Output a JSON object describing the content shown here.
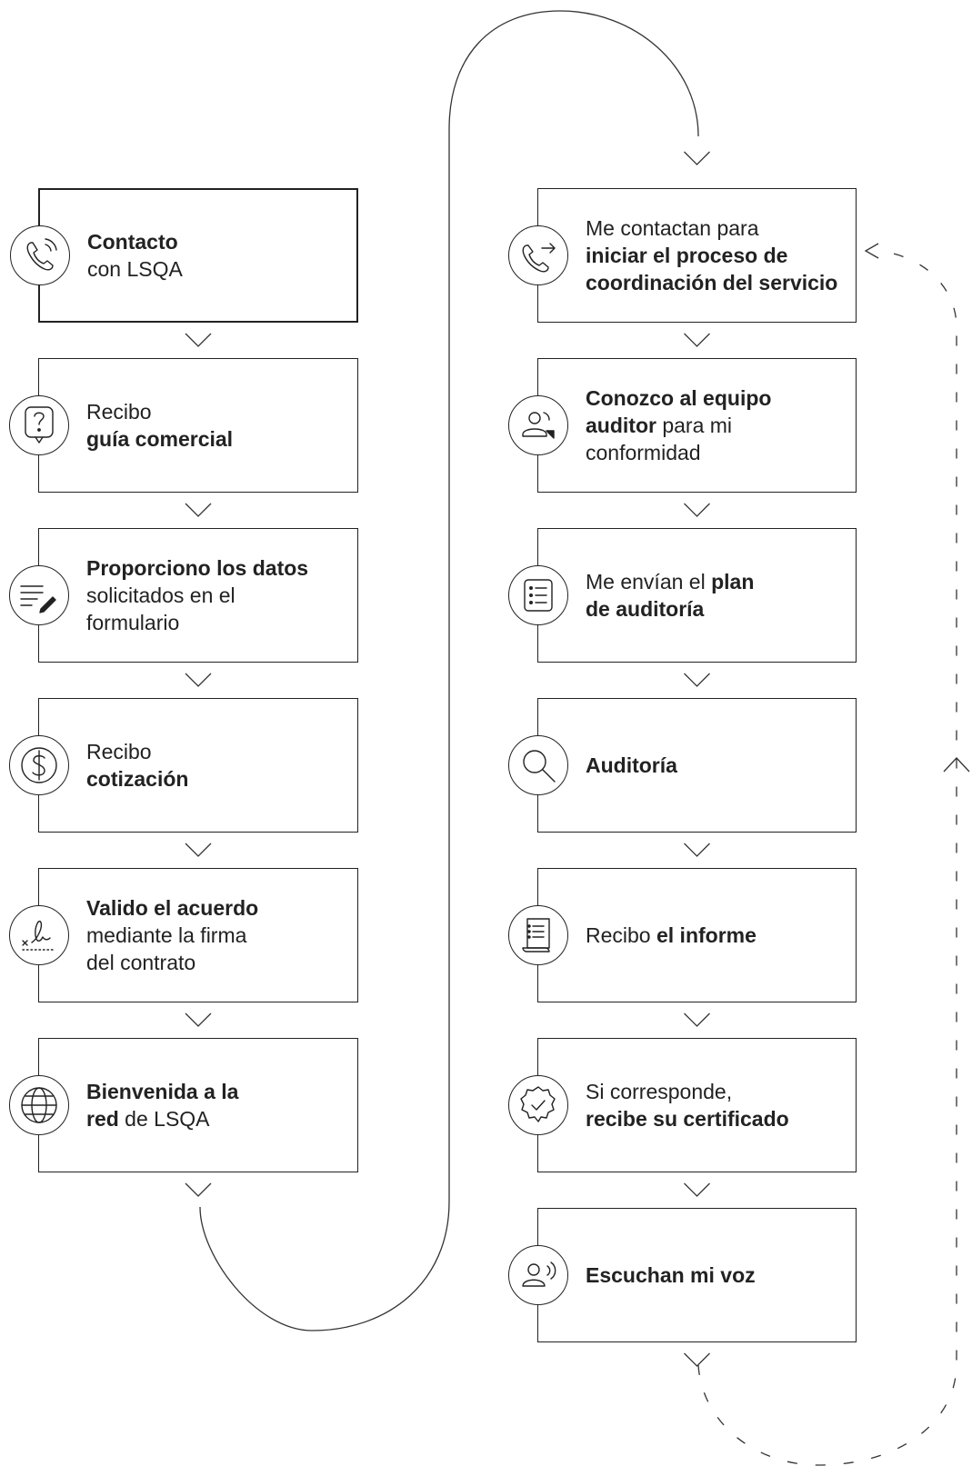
{
  "left_column": [
    {
      "id": "contacto",
      "icon": "phone-icon",
      "parts": [
        {
          "text": "Contacto",
          "bold": true
        },
        {
          "text": "con LSQA",
          "bold": false,
          "br": true
        }
      ]
    },
    {
      "id": "guia",
      "icon": "question-speech-bubble-icon",
      "parts": [
        {
          "text": "Recibo",
          "bold": false
        },
        {
          "text": "guía comercial",
          "bold": true,
          "br": true
        }
      ]
    },
    {
      "id": "datos",
      "icon": "list-pencil-icon",
      "parts": [
        {
          "text": "Proporciono los datos",
          "bold": true
        },
        {
          "text": "solicitados en el",
          "bold": false,
          "br": true
        },
        {
          "text": "formulario",
          "bold": false,
          "br": true
        }
      ]
    },
    {
      "id": "cotizacion",
      "icon": "dollar-coin-icon",
      "parts": [
        {
          "text": "Recibo",
          "bold": false
        },
        {
          "text": "cotización",
          "bold": true,
          "br": true
        }
      ]
    },
    {
      "id": "acuerdo",
      "icon": "signature-icon",
      "parts": [
        {
          "text": "Valido el acuerdo",
          "bold": true
        },
        {
          "text": "mediante la firma",
          "bold": false,
          "br": true
        },
        {
          "text": "del contrato",
          "bold": false,
          "br": true
        }
      ]
    },
    {
      "id": "bienvenida",
      "icon": "globe-icon",
      "parts": [
        {
          "text": "Bienvenida a la",
          "bold": true
        },
        {
          "text": "red",
          "bold": true,
          "br": true
        },
        {
          "text": " de LSQA",
          "bold": false
        }
      ]
    }
  ],
  "right_column": [
    {
      "id": "coordinacion",
      "icon": "phone-outgoing-icon",
      "parts": [
        {
          "text": "Me contactan para",
          "bold": false
        },
        {
          "text": "iniciar el proceso de",
          "bold": true,
          "br": true
        },
        {
          "text": "coordinación del servicio",
          "bold": true,
          "br": true
        }
      ]
    },
    {
      "id": "equipo",
      "icon": "auditor-team-icon",
      "parts": [
        {
          "text": "Conozco al equipo",
          "bold": true
        },
        {
          "text": "auditor",
          "bold": true,
          "br": true
        },
        {
          "text": " para mi",
          "bold": false
        },
        {
          "text": "conformidad",
          "bold": false,
          "br": true
        }
      ]
    },
    {
      "id": "plan",
      "icon": "checklist-icon",
      "parts": [
        {
          "text": "Me envían el ",
          "bold": false
        },
        {
          "text": "plan",
          "bold": true
        },
        {
          "text": "de auditoría",
          "bold": true,
          "br": true
        }
      ]
    },
    {
      "id": "auditoria",
      "icon": "magnifier-icon",
      "parts": [
        {
          "text": "Auditoría",
          "bold": true
        }
      ]
    },
    {
      "id": "informe",
      "icon": "report-scroll-icon",
      "parts": [
        {
          "text": "Recibo ",
          "bold": false
        },
        {
          "text": "el informe",
          "bold": true
        }
      ]
    },
    {
      "id": "certificado",
      "icon": "certificate-badge-icon",
      "parts": [
        {
          "text": "Si corresponde,",
          "bold": false
        },
        {
          "text": "recibe su certificado",
          "bold": true,
          "br": true
        }
      ]
    },
    {
      "id": "voz",
      "icon": "person-speaking-icon",
      "parts": [
        {
          "text": "Escuchan mi voz",
          "bold": true
        }
      ]
    }
  ]
}
